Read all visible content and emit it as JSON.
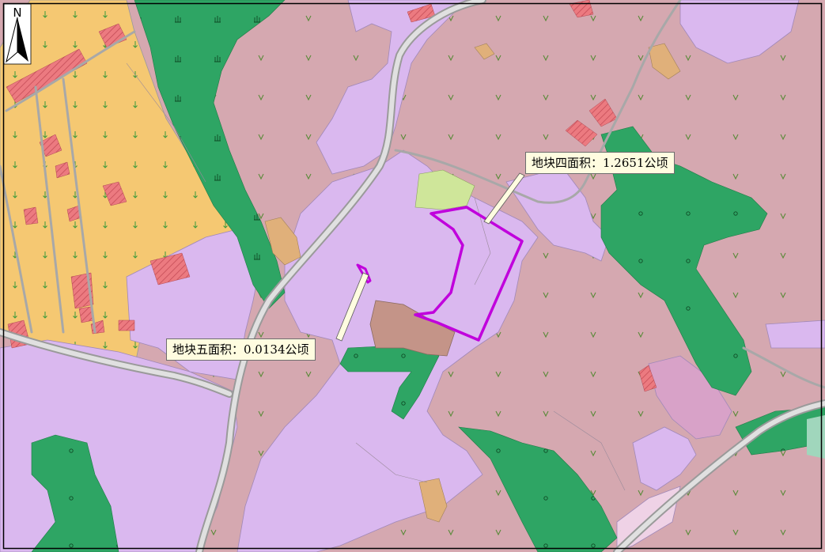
{
  "north_arrow": {
    "label": "N",
    "icon": "north-arrow-icon"
  },
  "callouts": {
    "parcel4": "地块四面积：1.2651公顷",
    "parcel5": "地块五面积：0.0134公顷"
  },
  "colors": {
    "forest": "#d5a8b0",
    "residential": "#dab8ef",
    "farmland": "#f5c872",
    "green": "#2ea564",
    "road": "#c8c8c8",
    "building": "#ec7a80",
    "parcel_outline": "#c000dc",
    "orchard": "#e0b07a",
    "grassland": "#cfe69a"
  }
}
